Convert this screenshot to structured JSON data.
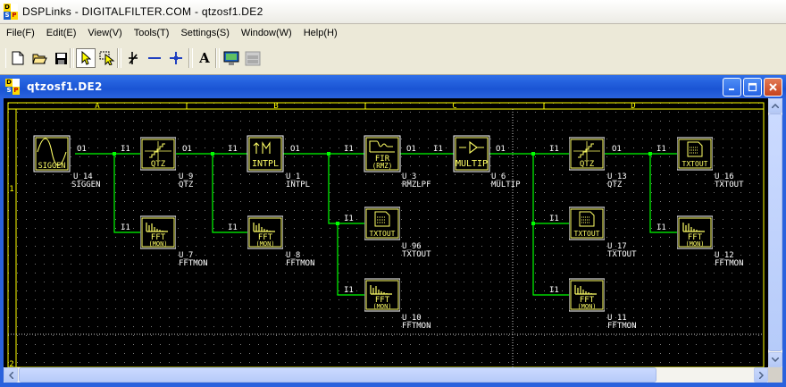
{
  "app": {
    "title": "DSPLinks - DIGITALFILTER.COM - qtzosf1.DE2",
    "icon_letters": [
      "D",
      "S",
      "P"
    ]
  },
  "menu": [
    "File(F)",
    "Edit(E)",
    "View(V)",
    "Tools(T)",
    "Settings(S)",
    "Window(W)",
    "Help(H)"
  ],
  "toolbar": {
    "buttons": [
      {
        "name": "new-file-icon",
        "pressed": false
      },
      {
        "name": "open-folder-icon",
        "pressed": false
      },
      {
        "name": "save-disk-icon",
        "pressed": false
      },
      {
        "name": "select-arrow-icon",
        "pressed": true
      },
      {
        "name": "multi-select-icon",
        "pressed": false
      },
      {
        "name": "probe-icon",
        "pressed": false
      },
      {
        "name": "wire-icon",
        "pressed": false
      },
      {
        "name": "junction-icon",
        "pressed": false
      },
      {
        "name": "text-tool-icon",
        "pressed": false,
        "label": "A"
      },
      {
        "name": "monitor-icon",
        "pressed": false
      },
      {
        "name": "window-icon",
        "pressed": false
      }
    ]
  },
  "document": {
    "title": "qtzosf1.DE2"
  },
  "schematic": {
    "columns": [
      "A",
      "B",
      "C",
      "D"
    ],
    "rows": [
      "1",
      "2"
    ],
    "colors": {
      "background": "#000000",
      "grid": "#8a8a8a",
      "wire": "#00ff00",
      "border": "#ffff00",
      "text": "#ffffff",
      "block_fill": "#ffff99"
    },
    "blocks": [
      {
        "id": "u14",
        "ref": "U_14",
        "type": "SIGGEN",
        "icon": "sine-wave-icon",
        "label": "SIGGEN"
      },
      {
        "id": "u9",
        "ref": "U_9",
        "type": "QTZ",
        "icon": "quantizer-icon",
        "label": "QTZ"
      },
      {
        "id": "u1",
        "ref": "U_1",
        "type": "INTPL",
        "icon": "interpolator-icon",
        "label": "INTPL"
      },
      {
        "id": "u3",
        "ref": "U_3",
        "type": "RMZLPF",
        "icon": "fir-filter-icon",
        "label": "FIR",
        "sublabel": "(RMZ)"
      },
      {
        "id": "u6",
        "ref": "U_6",
        "type": "MULTIP",
        "icon": "multiplier-icon",
        "label": "MULTIP"
      },
      {
        "id": "u13",
        "ref": "U_13",
        "type": "QTZ",
        "icon": "quantizer-icon",
        "label": "QTZ"
      },
      {
        "id": "u16",
        "ref": "U_16",
        "type": "TXTOUT",
        "icon": "text-output-icon",
        "label": "TXTOUT"
      },
      {
        "id": "u7",
        "ref": "U_7",
        "type": "FFTMON",
        "icon": "fft-monitor-icon",
        "label": "FFT",
        "sublabel": "(MON)"
      },
      {
        "id": "u8",
        "ref": "U_8",
        "type": "FFTMON",
        "icon": "fft-monitor-icon",
        "label": "FFT",
        "sublabel": "(MON)"
      },
      {
        "id": "u96",
        "ref": "U_96",
        "type": "TXTOUT",
        "icon": "text-output-icon",
        "label": "TXTOUT"
      },
      {
        "id": "u10",
        "ref": "U_10",
        "type": "FFTMON",
        "icon": "fft-monitor-icon",
        "label": "FFT",
        "sublabel": "(MON)"
      },
      {
        "id": "u17",
        "ref": "U_17",
        "type": "TXTOUT",
        "icon": "text-output-icon",
        "label": "TXTOUT"
      },
      {
        "id": "u11",
        "ref": "U_11",
        "type": "FFTMON",
        "icon": "fft-monitor-icon",
        "label": "FFT",
        "sublabel": "(MON)"
      },
      {
        "id": "u12",
        "ref": "U_12",
        "type": "FFTMON",
        "icon": "fft-monitor-icon",
        "label": "FFT",
        "sublabel": "(MON)"
      }
    ],
    "port_in": "I1",
    "port_out": "O1"
  }
}
